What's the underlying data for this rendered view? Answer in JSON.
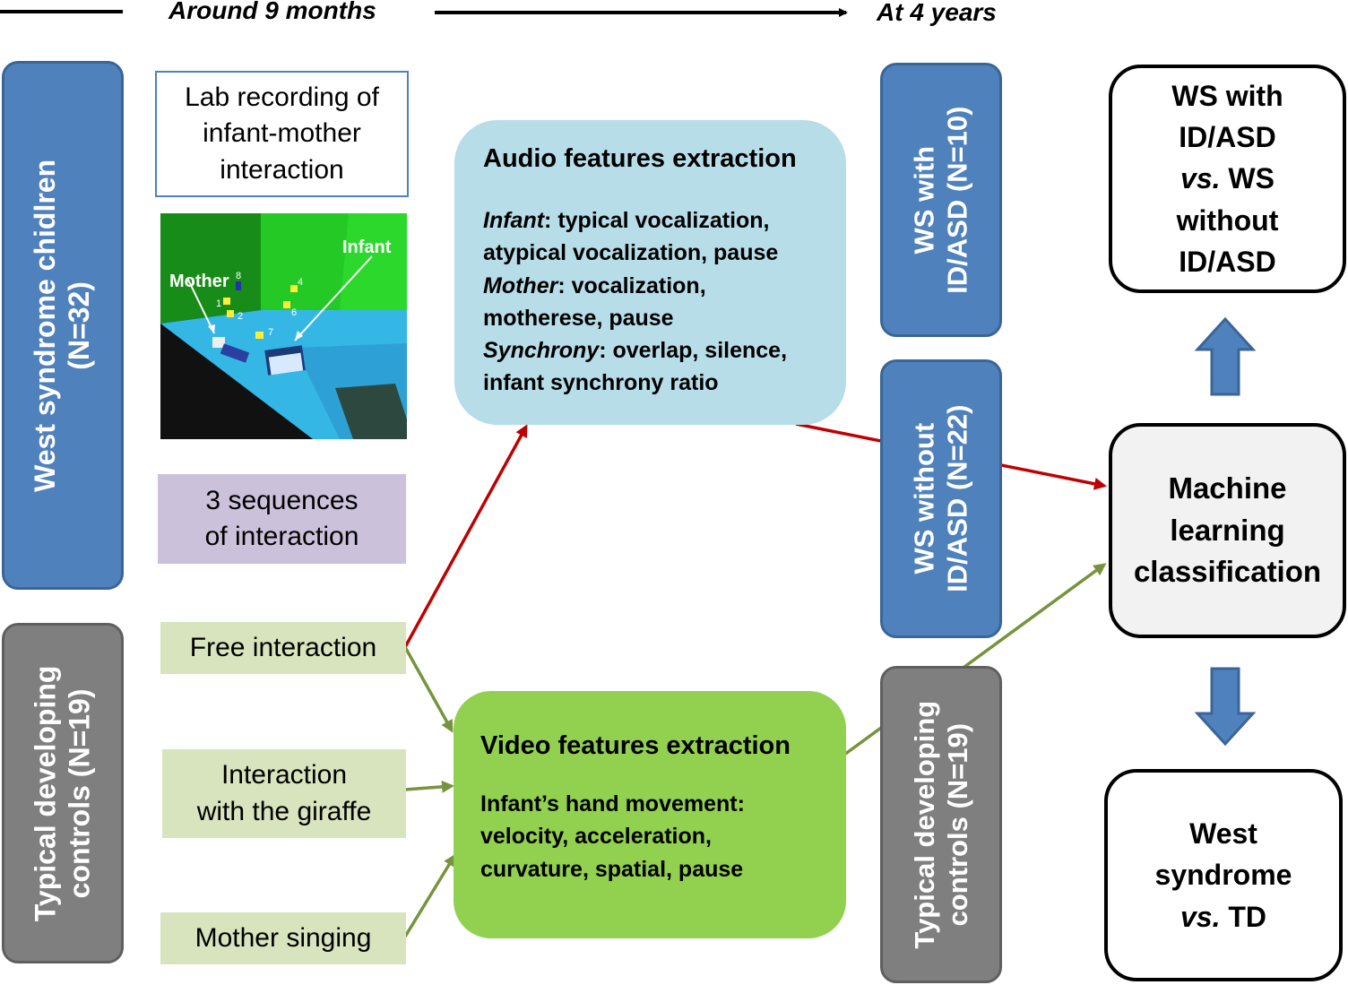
{
  "timeline": {
    "left_label": "Around 9 months",
    "right_label": "At 4 years"
  },
  "groups": {
    "west_syndrome": {
      "line1": "West syndrome chidlren",
      "line2": "(N=32)"
    },
    "typical_controls": {
      "line1": "Typical developing",
      "line2": "controls (N=19)"
    }
  },
  "lab_recording": {
    "line1": "Lab recording of",
    "line2": "infant-mother",
    "line3": "interaction"
  },
  "scene": {
    "infant_label": "Infant",
    "mother_label": "Mother",
    "markers": [
      "1",
      "2",
      "4",
      "6",
      "7",
      "8"
    ]
  },
  "sequences": {
    "line1": "3 sequences",
    "line2": "of interaction"
  },
  "conditions": {
    "free": "Free interaction",
    "giraffe_line1": "Interaction",
    "giraffe_line2": "with the giraffe",
    "singing": "Mother singing"
  },
  "audio": {
    "title": "Audio features extraction",
    "infant_label": "Infant",
    "infant_text": ": typical vocalization,",
    "infant_text2": "atypical vocalization, pause",
    "mother_label": "Mother",
    "mother_text": ": vocalization,",
    "mother_text2": "motherese, pause",
    "sync_label": "Synchrony",
    "sync_text": ": overlap, silence,",
    "sync_text2": "infant synchrony ratio"
  },
  "video": {
    "title": "Video features extraction",
    "line1": "Infant’s hand movement:",
    "line2": "velocity, acceleration,",
    "line3": "curvature, spatial, pause"
  },
  "outcomes": {
    "ws_with": {
      "line1": "WS with",
      "line2": "ID/ASD (N=10)"
    },
    "ws_without": {
      "line1": "WS without",
      "line2": "ID/ASD (N=22)"
    },
    "td": {
      "line1": "Typical developing",
      "line2": "controls (N=19)"
    }
  },
  "ml": {
    "line1": "Machine",
    "line2": "learning",
    "line3": "classification"
  },
  "result_top": {
    "line1": "WS with",
    "line2": "ID/ASD",
    "vs": "vs.",
    "line3_rest": " WS",
    "line4": "without",
    "line5": "ID/ASD"
  },
  "result_bottom": {
    "line1": "West",
    "line2": "syndrome",
    "vs": "vs.",
    "line3_rest": " TD"
  },
  "colors": {
    "blue": "#4f81bd",
    "gray": "#7f7f7f",
    "audio_bg": "#b7dde8",
    "video_bg": "#92d050",
    "condition_bg": "#d7e4bd",
    "sequence_bg": "#ccc1da",
    "red_arrow": "#c00000",
    "green_arrow": "#77933c"
  }
}
